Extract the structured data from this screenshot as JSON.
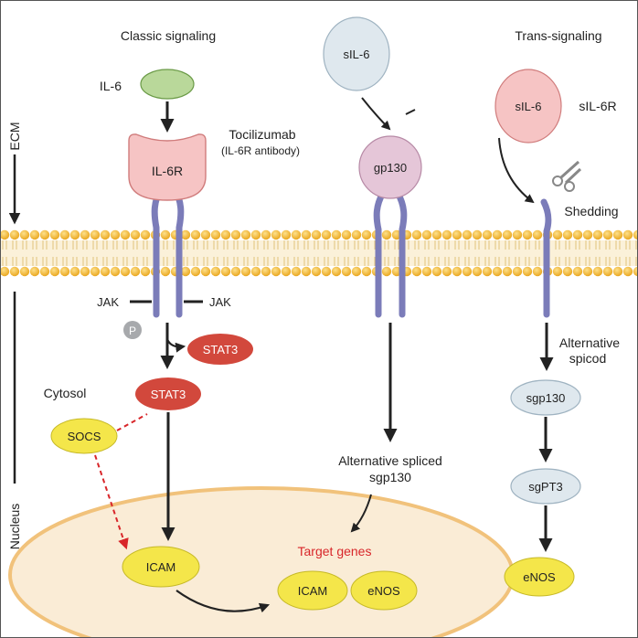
{
  "headings": {
    "classic": "Classic signaling",
    "trans": "Trans-signaling"
  },
  "side_labels": {
    "ecm": "ECM",
    "nucleus": "Nucleus",
    "cytosol": "Cytosol"
  },
  "classic": {
    "il6": "IL-6",
    "il6r": "IL-6R",
    "tocilizumab": "Tocilizumab",
    "tocilizumab_note": "(IL-6R antibody)",
    "jak_left": "JAK",
    "jak_right": "JAK",
    "phospho": "P",
    "stat3_phos": "STAT3",
    "stat3": "STAT3",
    "socs": "SOCS",
    "icam_nucleus": "ICAM"
  },
  "middle": {
    "sil6": "sIL-6",
    "gp130": "gp130",
    "alt_spliced_line1": "Alternative spliced",
    "alt_spliced_line2": "sgp130"
  },
  "nucleus": {
    "target_genes": "Target genes",
    "icam": "ICAM",
    "enos": "eNOS"
  },
  "trans": {
    "sil6": "sIL-6",
    "sil6r": "sIL-6R",
    "shedding": "Shedding",
    "alt_line1": "Alternative",
    "alt_line2": "spicod",
    "sgp130": "sgp130",
    "sgpt3": "sgPT3",
    "enos": "eNOS"
  },
  "colors": {
    "il6_green": "#b9d89a",
    "il6r_pink": "#f6c4c4",
    "receptor_purple": "#7b7cb9",
    "stat3_red": "#d2483c",
    "socs_yellow": "#f4e64a",
    "sil6_blue": "#dfe8ee",
    "gp130_mauve": "#e5c6d8",
    "membrane_head": "#f2b833",
    "nucleus_fill": "#faecd6",
    "target_red": "#d8262a"
  }
}
